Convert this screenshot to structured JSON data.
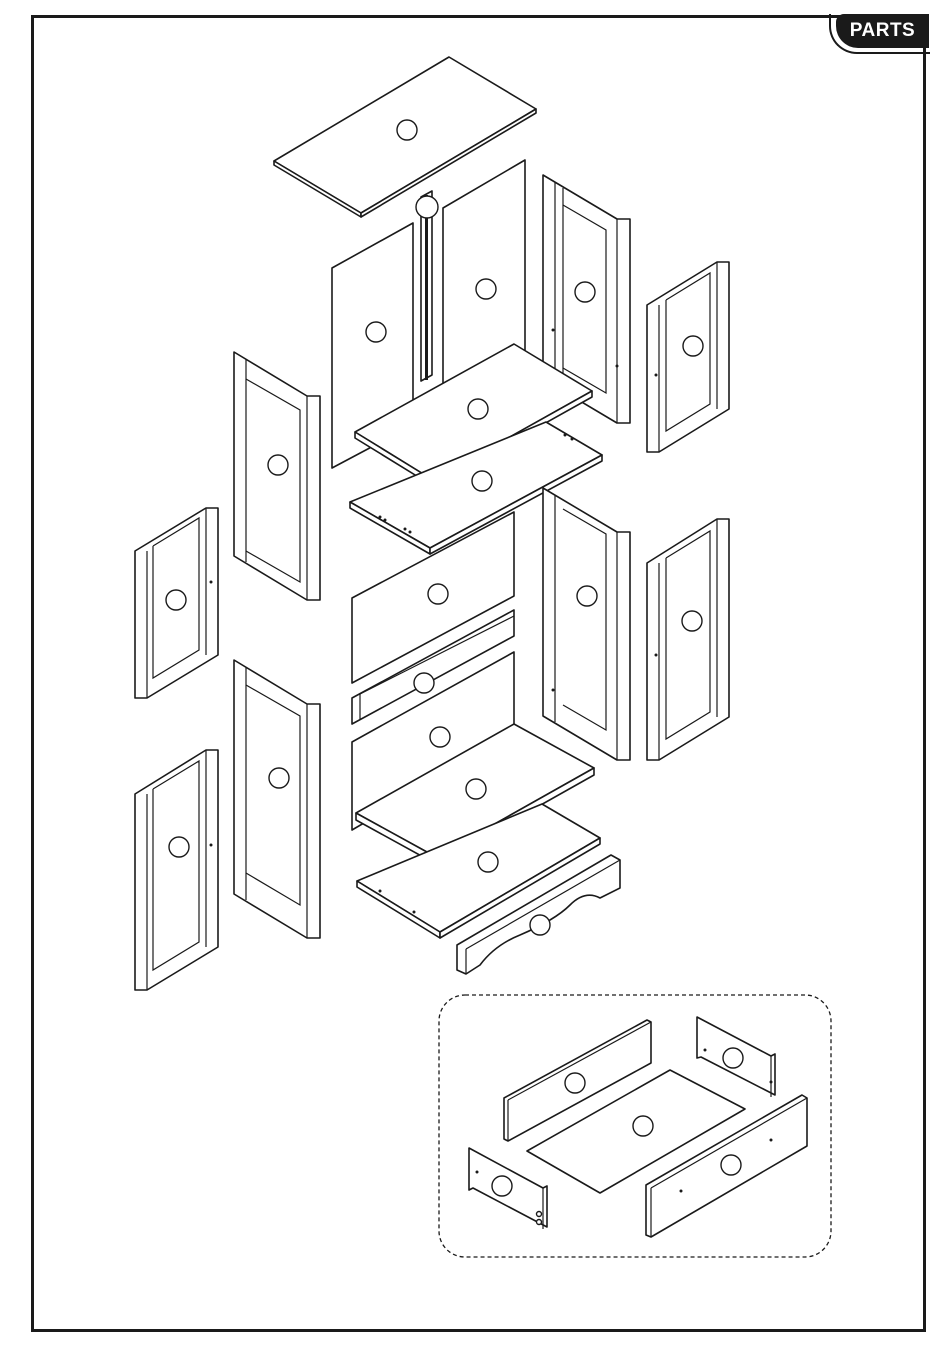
{
  "header": {
    "tab_label": "PARTS"
  },
  "colors": {
    "ink": "#1a1a1a",
    "paper": "#ffffff"
  },
  "diagram": {
    "part_marker": "empty-circle",
    "inset_style": "dashed-rounded-box"
  }
}
